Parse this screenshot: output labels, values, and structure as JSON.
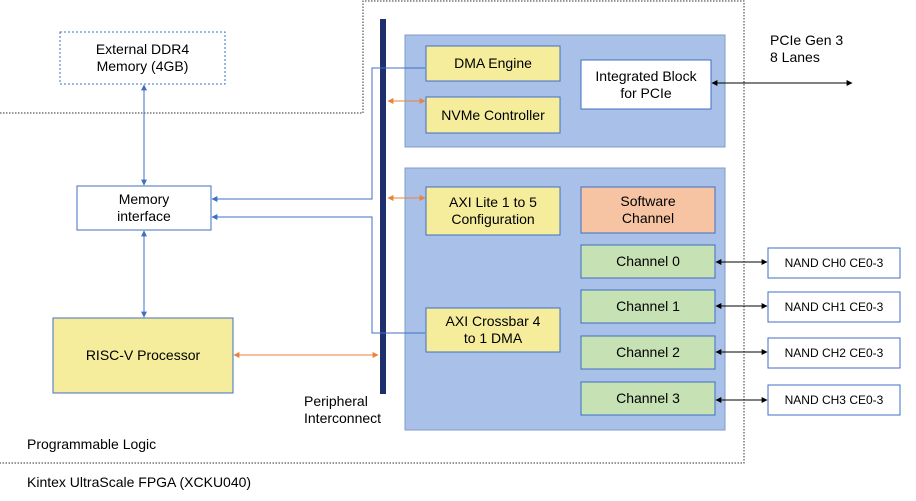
{
  "fpga_label": "Kintex UltraScale FPGA (XCKU040)",
  "programmable_logic_label": "Programmable Logic",
  "external_memory": {
    "line1": "External DDR4",
    "line2": "Memory (4GB)"
  },
  "memory_interface": {
    "line1": "Memory",
    "line2": "interface"
  },
  "risc_v": "RISC-V Processor",
  "peripheral_interconnect": {
    "line1": "Peripheral",
    "line2": "Interconnect"
  },
  "pcie": {
    "dma_engine": "DMA Engine",
    "nvme_controller": "NVMe Controller",
    "integrated_block": {
      "line1": "Integrated Block",
      "line2": "for PCIe"
    },
    "gen_label": {
      "line1": "PCIe Gen 3",
      "line2": "8 Lanes"
    }
  },
  "flash": {
    "axi_lite": {
      "line1": "AXI Lite 1 to 5",
      "line2": "Configuration"
    },
    "axi_crossbar": {
      "line1": "AXI Crossbar 4",
      "line2": "to 1 DMA"
    },
    "software_channel": {
      "line1": "Software",
      "line2": "Channel"
    },
    "channels": [
      "Channel 0",
      "Channel 1",
      "Channel 2",
      "Channel 3"
    ],
    "nand": [
      "NAND CH0 CE0-3",
      "NAND CH1 CE0-3",
      "NAND CH2 CE0-3",
      "NAND CH3 CE0-3"
    ]
  },
  "colors": {
    "yellow_box": "#f5ec9c",
    "green_box": "#c6e2b5",
    "orange_box": "#f7c4a3",
    "blue_panel": "#a9c1e8",
    "blue_line": "#3f6fc4",
    "orange_line": "#e8823c",
    "bus": "#1f2f6e"
  }
}
